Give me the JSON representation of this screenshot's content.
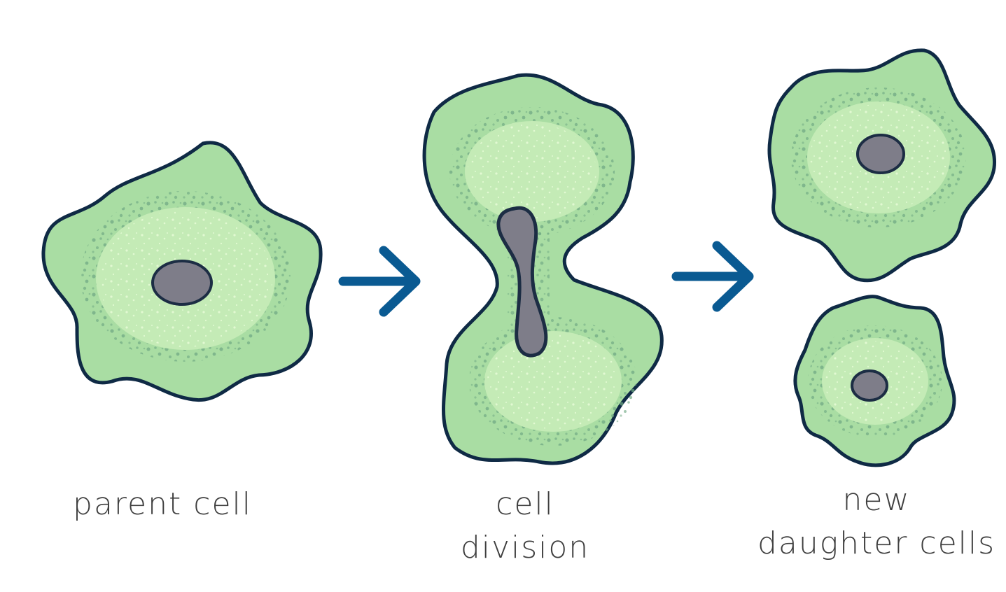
{
  "stages": [
    {
      "id": "parent",
      "label_lines": [
        "parent cell"
      ]
    },
    {
      "id": "division",
      "label_lines": [
        "cell",
        "division"
      ]
    },
    {
      "id": "daughters",
      "label_lines": [
        "new",
        "daughter cells"
      ]
    }
  ],
  "colors": {
    "cytoplasm": "#a9dda3",
    "cytoplasm_inner": "#c4ebb6",
    "speckle": "#6fa883",
    "highlight": "#def7cf",
    "membrane": "#0f2a45",
    "nucleus": "#7e7d89",
    "nucleus_outline": "#1c2d44",
    "arrow": "#0a5a92",
    "label_text": "#3f3f3f"
  }
}
